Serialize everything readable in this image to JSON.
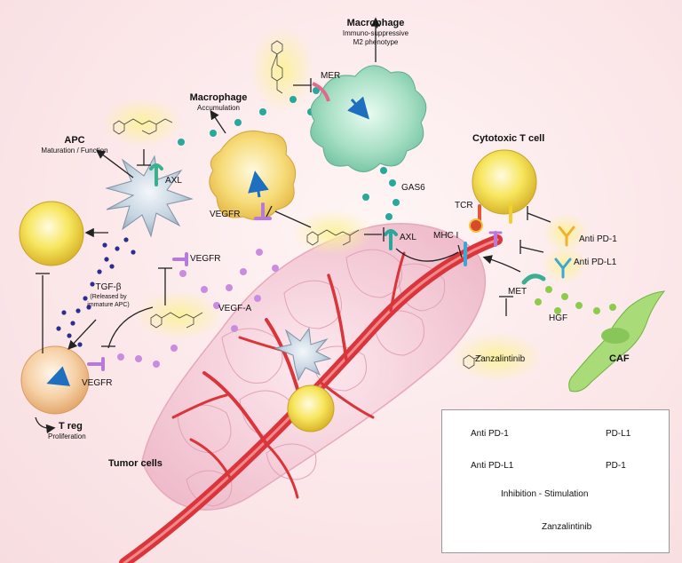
{
  "labels": {
    "macrophage_top_title": "Macrophage",
    "macrophage_top_sub1": "Immuno-suppressive",
    "macrophage_top_sub2": "M2 phenotype",
    "mer": "MER",
    "macrophage_mid_title": "Macrophage",
    "macrophage_mid_sub": "Accumulation",
    "apc_title": "APC",
    "apc_sub": "Maturation / Function",
    "axl_apc": "AXL",
    "vegfr_apc": "VEGFR",
    "vegfr_macrophage": "VEGFR",
    "gas6": "GAS6",
    "axl_tumor": "AXL",
    "mhc1": "MHC I",
    "tcr": "TCR",
    "cytotoxic_t": "Cytotoxic T cell",
    "anti_pd1": "Anti PD-1",
    "anti_pdl1": "Anti PD-L1",
    "tgfb": "TGF-β",
    "tgfb_note1": "(Released by",
    "tgfb_note2": "immature APC)",
    "vegfa": "VEGF-A",
    "met": "MET",
    "hgf": "HGF",
    "zanzalintinib": "Zanzalintinib",
    "caf": "CAF",
    "vegfr_treg": "VEGFR",
    "treg_title": "T reg",
    "treg_sub": "Proliferation",
    "tumor_cells": "Tumor cells"
  },
  "legend": {
    "anti_pd1": "Anti PD-1",
    "pdl1": "PD-L1",
    "anti_pdl1": "Anti PD-L1",
    "pd1": "PD-1",
    "inhibition_stimulation": "Inhibition - Stimulation",
    "zanzalintinib": "Zanzalintinib"
  },
  "colors": {
    "apc": "#b9c9d6",
    "macrophage_m2": "#a6dcc4",
    "macrophage_accum": "#f3d46a",
    "t_cell": "#f6e25a",
    "treg": "#f3c79a",
    "caf": "#9ed66c",
    "vessel": "#e0383d",
    "tumor": "#f3c9d6",
    "gas6_dots": "#27a89a",
    "tgfb_dots": "#2b2e8e",
    "vegfa_dots": "#c98ce0",
    "hgf_dots": "#8ccc4a",
    "anti_pd1": "#f1b12a",
    "anti_pdl1": "#3aa7d6",
    "pdl1": "#b77ad8",
    "pd1": "#f0d030",
    "drug_halo": "#fbf3a0"
  }
}
